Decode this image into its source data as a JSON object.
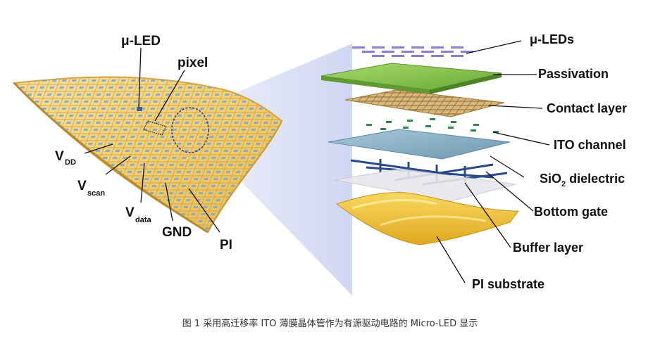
{
  "left_labels": {
    "uled": "μ-LED",
    "pixel": "pixel",
    "vdd_main": "V",
    "vdd_sub": "DD",
    "vscan_main": "V",
    "vscan_sub": "scan",
    "vdata_main": "V",
    "vdata_sub": "data",
    "gnd": "GND",
    "pi": "PI"
  },
  "layers": [
    {
      "id": "uleds",
      "label": "μ-LEDs"
    },
    {
      "id": "passivation",
      "label": "Passivation"
    },
    {
      "id": "contact",
      "label": "Contact layer"
    },
    {
      "id": "ito",
      "label": "ITO channel"
    },
    {
      "id": "sio2",
      "label_main": "SiO",
      "label_sub": "2",
      "label_rest": " dielectric"
    },
    {
      "id": "gate",
      "label": "Bottom gate"
    },
    {
      "id": "buffer",
      "label": "Buffer layer"
    },
    {
      "id": "pi",
      "label": "PI substrate"
    }
  ],
  "caption": "图 1  采用高迁移率 ITO 薄膜晶体管作为有源驱动电路的 Micro-LED 显示",
  "colors": {
    "flex_sheet": "#f3d27a",
    "flex_edge": "#d9a640",
    "passivation": "#8ccc50",
    "contact": "#c8a060",
    "ito": "#8fb4c8",
    "gate": "#2a4a8c",
    "buffer": "#e4e4ea",
    "pi_substrate": "#f0c030",
    "uled_bar": "#8a7ad0"
  }
}
